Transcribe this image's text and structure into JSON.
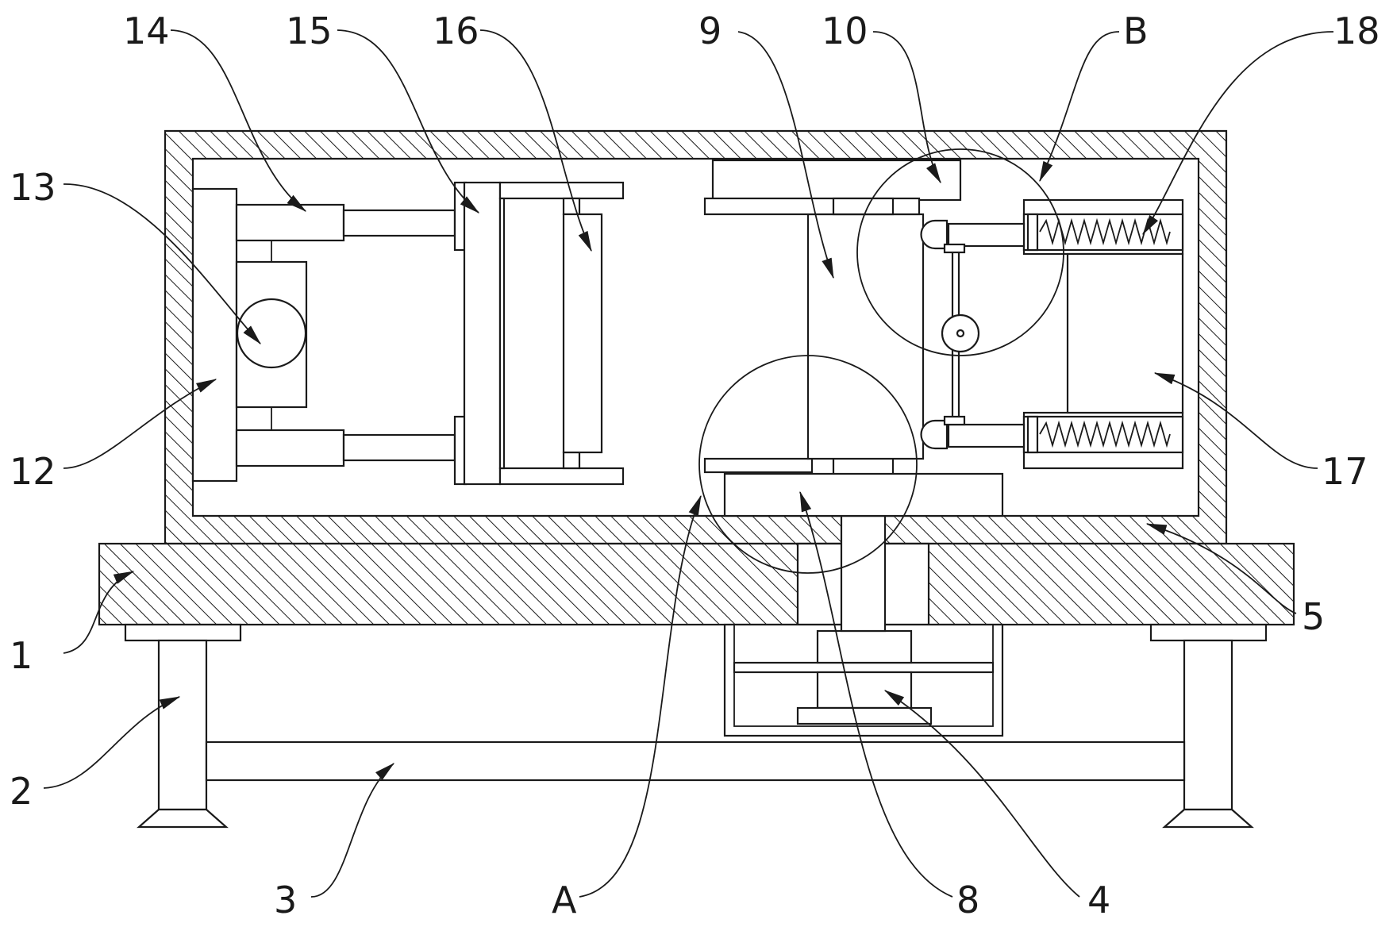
{
  "figure": {
    "labels": {
      "l1": "1",
      "l2": "2",
      "l3": "3",
      "l4": "4",
      "l5": "5",
      "l8": "8",
      "l9": "9",
      "l10": "10",
      "l12": "12",
      "l13": "13",
      "l14": "14",
      "l15": "15",
      "l16": "16",
      "l17": "17",
      "l18": "18",
      "lA": "A",
      "lB": "B"
    },
    "colors": {
      "line": "#1a1a1a",
      "background": "#ffffff"
    }
  }
}
